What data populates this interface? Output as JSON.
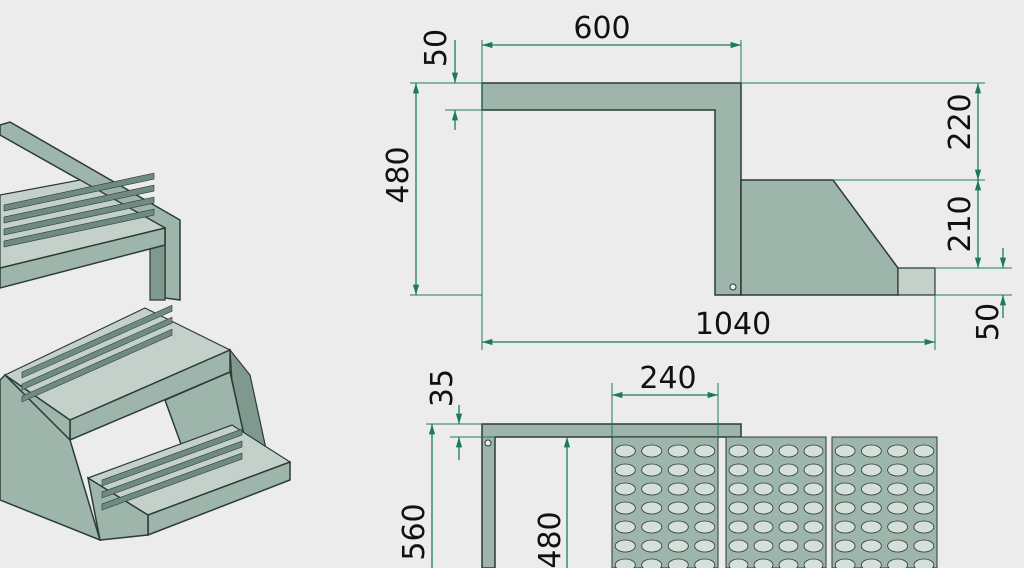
{
  "diagram": {
    "side_view": {
      "dimensions": {
        "top_width": "600",
        "top_offset": "50",
        "total_height": "480",
        "upper_step_height": "220",
        "middle_step_height": "210",
        "bottom_step_height": "50",
        "total_length": "1040"
      }
    },
    "top_view": {
      "dimensions": {
        "tread_depth": "240",
        "frame_offset": "35",
        "outer_width": "560",
        "inner_width": "480"
      }
    },
    "colors": {
      "steel": "#9db5ab",
      "dimension_line": "#1e7a5e",
      "outline": "#2d3b35",
      "background": "#ececec"
    }
  }
}
